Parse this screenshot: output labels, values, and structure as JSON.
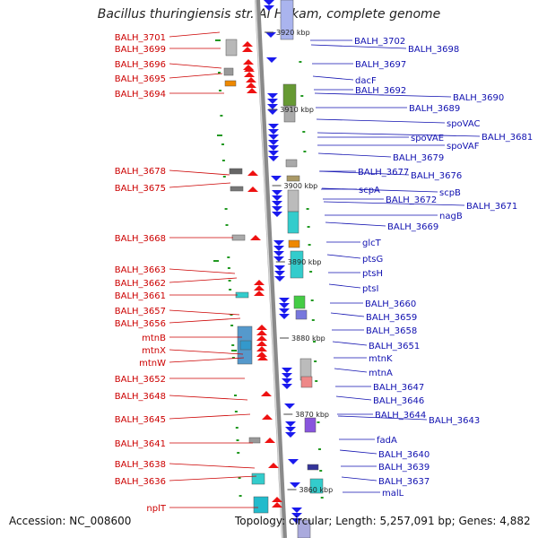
{
  "title": "Bacillus thuringiensis str. Al Hakam, complete genome",
  "accession_text": "Accession: NC_008600",
  "footer_text": "Topology: circular; Length: 5,257,091 bp; Genes: 4,882",
  "colors": {
    "left_label": "#cc0000",
    "right_label": "#1010b0",
    "forward_gene": "#ee1111",
    "reverse_gene": "#1a1aee",
    "backbone": "#8a8a8a",
    "tick": "#229922"
  },
  "scale_ticks": [
    "3920 kbp",
    "3910 kbp",
    "3900 kbp",
    "3890 kbp",
    "3880 kbp",
    "3870 kbp",
    "3860 kbp"
  ],
  "left_labels": [
    "BALH_3701",
    "BALH_3699",
    "BALH_3696",
    "BALH_3695",
    "BALH_3694",
    "BALH_3678",
    "BALH_3675",
    "BALH_3668",
    "BALH_3663",
    "BALH_3662",
    "BALH_3661",
    "BALH_3657",
    "BALH_3656",
    "mtnB",
    "mtnX",
    "mtnW",
    "BALH_3652",
    "BALH_3648",
    "BALH_3645",
    "BALH_3641",
    "BALH_3638",
    "BALH_3636",
    "nplT"
  ],
  "right_labels": [
    "BALH_3702",
    "BALH_3698",
    "BALH_3697",
    "dacF",
    "BALH_3692",
    "BALH_3690",
    "BALH_3689",
    "spoVAC",
    "spoVAE",
    "BALH_3681",
    "spoVAF",
    "BALH_3679",
    "BALH_3677",
    "BALH_3676",
    "scpA",
    "scpB",
    "BALH_3672",
    "BALH_3671",
    "nagB",
    "BALH_3669",
    "glcT",
    "ptsG",
    "ptsH",
    "ptsI",
    "BALH_3660",
    "BALH_3659",
    "BALH_3658",
    "BALH_3651",
    "mtnK",
    "mtnA",
    "BALH_3647",
    "BALH_3646",
    "BALH_3644",
    "BALH_3643",
    "fadA",
    "BALH_3640",
    "BALH_3639",
    "BALH_3637",
    "malL"
  ]
}
